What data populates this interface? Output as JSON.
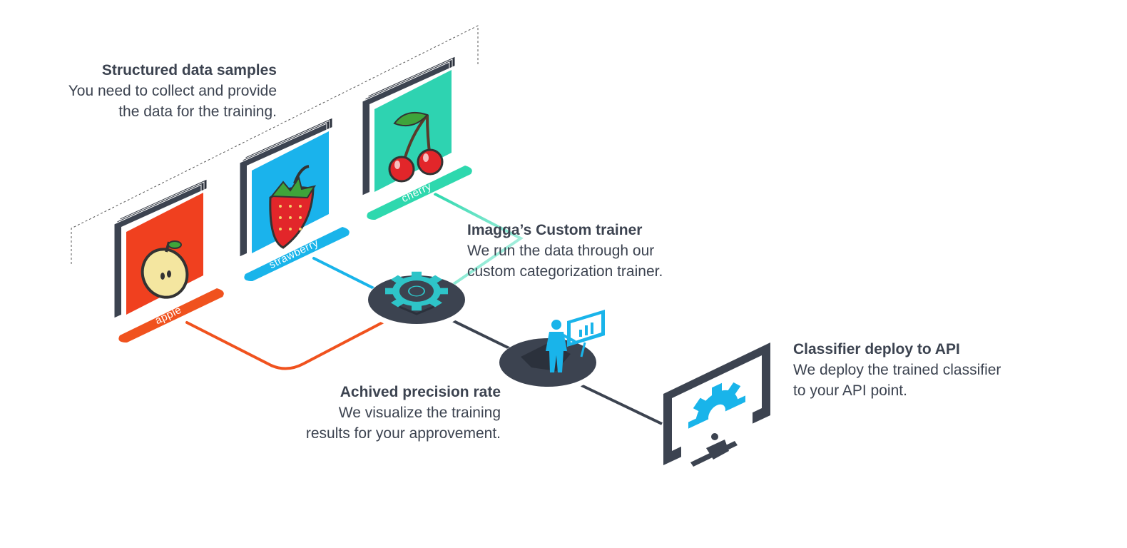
{
  "steps": {
    "samples": {
      "title": "Structured data samples",
      "lines": [
        "You need to collect and provide",
        "the data for the training."
      ]
    },
    "trainer": {
      "title": "Imagga’s Custom trainer",
      "lines": [
        "We run the data through our",
        "custom categorization trainer."
      ]
    },
    "precision": {
      "title": "Achived precision rate",
      "lines": [
        "We visualize the training",
        "results for your approvement."
      ]
    },
    "deploy": {
      "title": "Classifier deploy to API",
      "lines": [
        "We deploy the trained classifier",
        "to your API point."
      ]
    }
  },
  "samples": [
    {
      "label": "apple",
      "color": "#f0521e",
      "image_color": "#f0401f",
      "icon": "apple-icon"
    },
    {
      "label": "strawberry",
      "color": "#19b4ea",
      "image_color": "#1ab3ec",
      "icon": "strawberry-icon"
    },
    {
      "label": "cherry",
      "color": "#2ed8ae",
      "image_color": "#2ed3b1",
      "icon": "cherry-icon"
    }
  ],
  "colors": {
    "dark": "#3c4350",
    "accent_blue": "#19b4ea",
    "orange": "#f0521e",
    "teal": "#2ed8ae"
  },
  "icons": {
    "trainer": "gear-icon",
    "precision": "presenter-chart-icon",
    "deploy": "monitor-gear-icon"
  }
}
